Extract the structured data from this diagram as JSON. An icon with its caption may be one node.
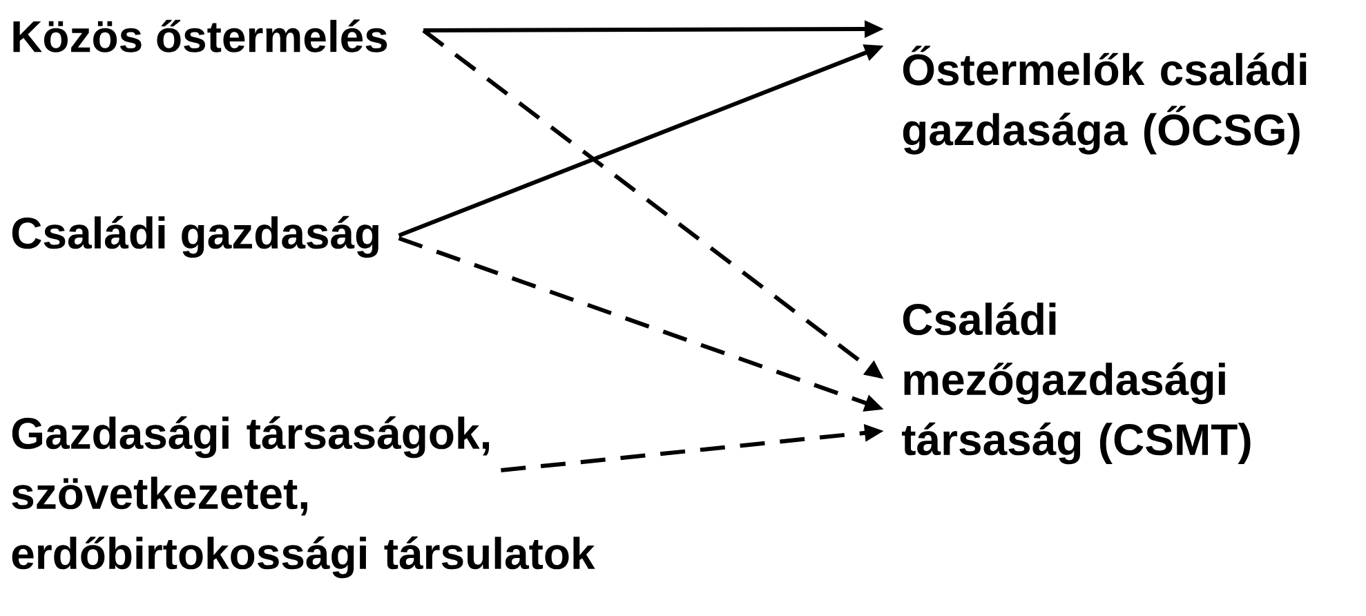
{
  "diagram": {
    "nodes": [
      {
        "text": [
          "Közös őstermelés"
        ]
      },
      {
        "text": [
          "Őstermelők családi gazdasága (ŐCSG)"
        ]
      },
      {
        "text": [
          "Családi gazdaság"
        ]
      },
      {
        "text": [
          "Családi mezőgazdasági társaság (CSMT)"
        ]
      },
      {
        "text": [
          "Gazdasági társaságok, szövetkezetet, erdőbirtokossági társulatok"
        ]
      }
    ],
    "edges": [
      {
        "from": 0,
        "to": 1,
        "arrow": "to"
      },
      {
        "from": 0,
        "to": 3,
        "arrow": "to",
        "style": "dashed"
      },
      {
        "from": 2,
        "to": 1,
        "arrow": "to"
      },
      {
        "from": 2,
        "to": 3,
        "arrow": "to",
        "style": "dashed"
      },
      {
        "from": 4,
        "to": 3,
        "arrow": "to",
        "style": "dashed"
      }
    ]
  }
}
